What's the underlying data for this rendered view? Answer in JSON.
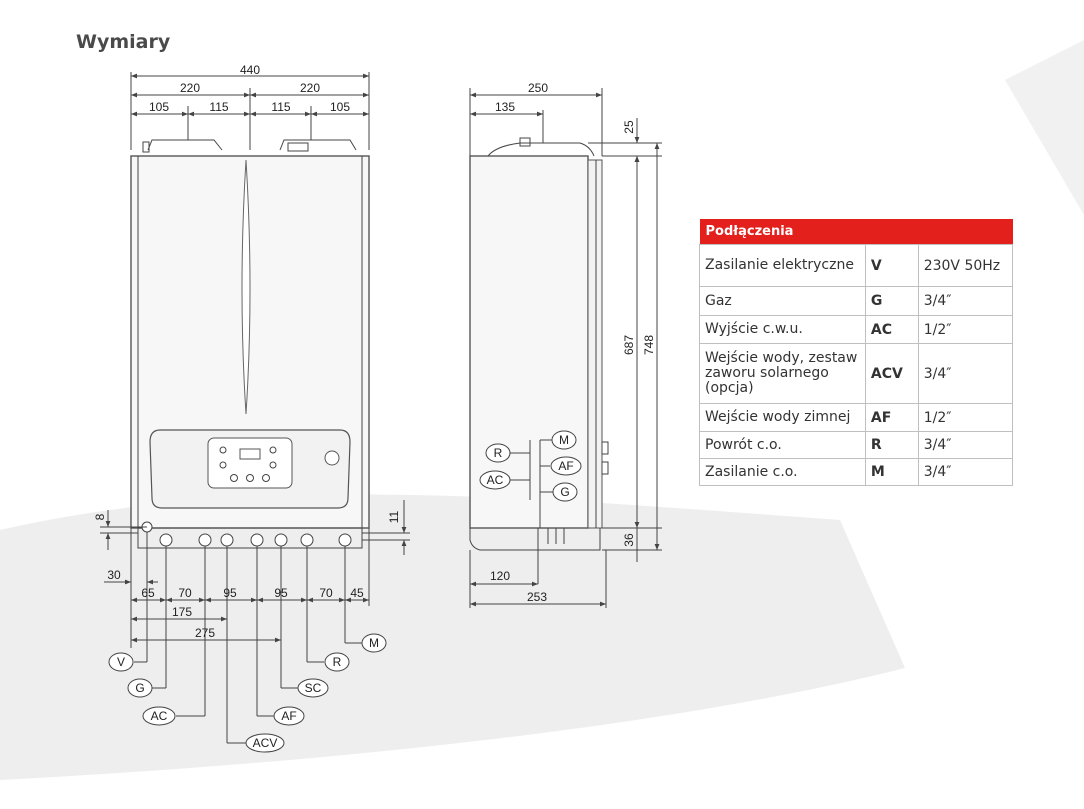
{
  "page": {
    "title": "Wymiary"
  },
  "front_view": {
    "top_dims": [
      "440",
      "220",
      "220",
      "105",
      "115",
      "115",
      "105"
    ],
    "side_dims": [
      "8",
      "11"
    ],
    "bottom_dims": [
      "30",
      "65",
      "70",
      "95",
      "95",
      "70",
      "45",
      "175",
      "275"
    ],
    "labels": [
      "V",
      "G",
      "AC",
      "ACV",
      "AF",
      "SC",
      "R",
      "M"
    ]
  },
  "side_view": {
    "top_dims": [
      "250",
      "135",
      "25"
    ],
    "height_dims": [
      "687",
      "748",
      "36"
    ],
    "bottom_dims": [
      "120",
      "253"
    ],
    "labels": [
      "R",
      "AC",
      "M",
      "AF",
      "G"
    ]
  },
  "connections_table": {
    "header": "Podłączenia",
    "rows": [
      {
        "name": "Zasilanie elektryczne",
        "code": "V",
        "value": "230V 50Hz"
      },
      {
        "name": "Gaz",
        "code": "G",
        "value": "3/4″"
      },
      {
        "name": "Wyjście c.w.u.",
        "code": "AC",
        "value": "1/2″"
      },
      {
        "name": "Wejście wody, zestaw zaworu solarnego (opcja)",
        "code": "ACV",
        "value": "3/4″"
      },
      {
        "name": "Wejście wody zimnej",
        "code": "AF",
        "value": "1/2″"
      },
      {
        "name": "Powrót c.o.",
        "code": "R",
        "value": "3/4″"
      },
      {
        "name": "Zasilanie c.o.",
        "code": "M",
        "value": "3/4″"
      }
    ]
  }
}
